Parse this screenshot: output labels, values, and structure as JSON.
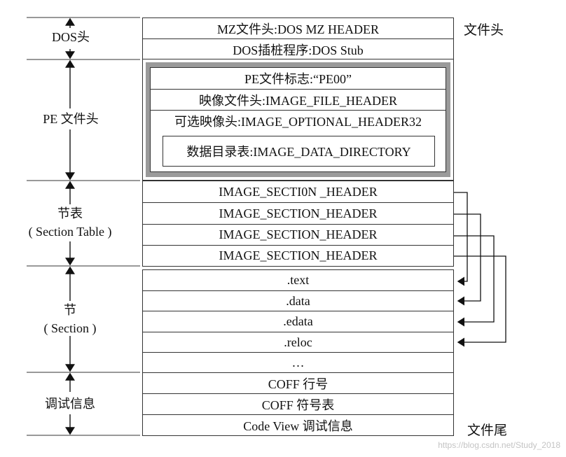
{
  "dos_header": {
    "group_label": "DOS头",
    "rows": [
      "MZ文件头:DOS MZ HEADER",
      "DOS插桩程序:DOS Stub"
    ]
  },
  "pe_header": {
    "group_label": "PE 文件头",
    "signature": "PE文件标志:“PE00”",
    "file_header": "映像文件头:IMAGE_FILE_HEADER",
    "optional_header": "可选映像头:IMAGE_OPTIONAL_HEADER32",
    "data_directory": "数据目录表:IMAGE_DATA_DIRECTORY"
  },
  "section_table": {
    "group_label_line1": "节表",
    "group_label_line2": "( Section Table )",
    "rows": [
      "IMAGE_SECTI0N _HEADER",
      "IMAGE_SECTION_HEADER",
      "IMAGE_SECTION_HEADER",
      "IMAGE_SECTION_HEADER"
    ]
  },
  "sections": {
    "group_label_line1": "节",
    "group_label_line2": "( Section )",
    "rows": [
      ".text",
      ".data",
      ".edata",
      ".reloc",
      "…"
    ]
  },
  "debug_info": {
    "group_label": "调试信息",
    "rows": [
      "COFF 行号",
      "COFF 符号表",
      "Code View 调试信息"
    ]
  },
  "right_labels": {
    "file_head": "文件头",
    "file_tail": "文件尾"
  },
  "watermark": "https://blog.csdn.net/Study_2018"
}
